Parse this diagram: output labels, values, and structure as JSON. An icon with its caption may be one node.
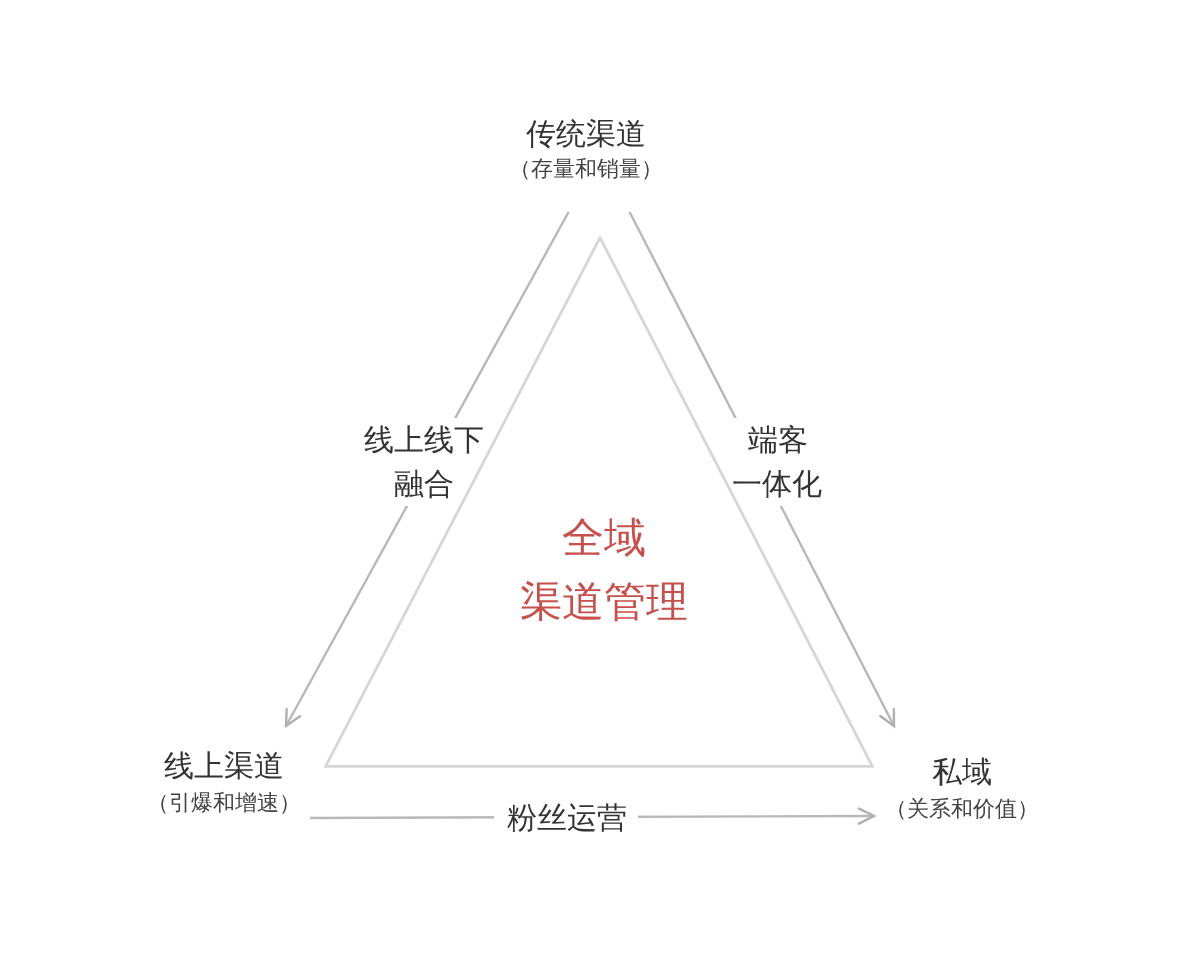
{
  "diagram": {
    "nodes": [
      {
        "text": [
          "传统渠道",
          "（存量和销量）"
        ]
      },
      {
        "text": [
          "全域",
          "渠道管理"
        ]
      },
      {
        "text": [
          "线上渠道",
          "（引爆和增速）"
        ]
      },
      {
        "text": [
          "私域",
          "（关系和价值）"
        ]
      }
    ],
    "edges": [
      {
        "from": 0,
        "to": 2,
        "arrow": "to",
        "label": "线上线下融合"
      },
      {
        "from": 0,
        "to": 3,
        "arrow": "to",
        "label": "端客一体化"
      },
      {
        "from": 2,
        "to": 3,
        "arrow": "to",
        "label": "粉丝运营"
      }
    ]
  }
}
